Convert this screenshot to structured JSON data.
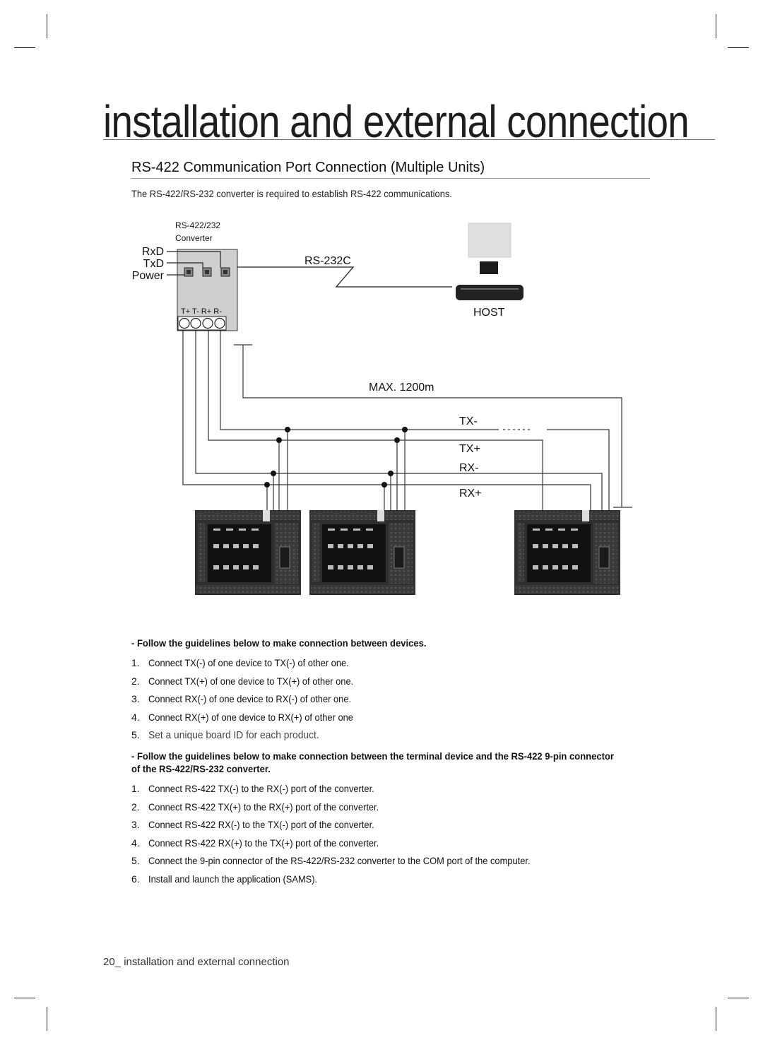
{
  "page": {
    "chapter_title": "installation and external connection",
    "section_title": "RS-422 Communication Port Connection (Multiple Units)",
    "intro": "The RS-422/RS-232 converter is required to establish RS-422 communications.",
    "footer": "20_ installation and external connection"
  },
  "diagram": {
    "converter_label_line1": "RS-422/232",
    "converter_label_line2": "Converter",
    "led_labels": [
      "RxD",
      "TxD",
      "Power"
    ],
    "terminal_labels": "T+ T- R+ R-",
    "rs232_label": "RS-232C",
    "host_label": "HOST",
    "distance_label": "MAX. 1200m",
    "line_labels": [
      "TX-",
      "TX+",
      "RX-",
      "RX+"
    ]
  },
  "guidelines_devices": {
    "heading": "- Follow the guidelines below to make connection between devices.",
    "items": [
      {
        "num": "1.",
        "text": "Connect TX(-) of one device to TX(-) of other one."
      },
      {
        "num": "2.",
        "text": "Connect TX(+) of one device to TX(+) of other one."
      },
      {
        "num": "3.",
        "text": "Connect RX(-) of one device to RX(-) of other one."
      },
      {
        "num": "4.",
        "text": "Connect RX(+) of one device to RX(+) of other one"
      },
      {
        "num": "5.",
        "text": "Set a unique board ID for each product."
      }
    ]
  },
  "guidelines_terminal": {
    "heading": "- Follow the guidelines below to make connection between the terminal device and the RS-422 9-pin connector of the RS-422/RS-232 converter.",
    "items": [
      {
        "num": "1.",
        "text": "Connect RS-422 TX(-) to the RX(-) port of the converter."
      },
      {
        "num": "2.",
        "text": "Connect RS-422 TX(+) to the RX(+) port of the converter."
      },
      {
        "num": "3.",
        "text": "Connect RS-422 RX(-) to the TX(-) port of the converter."
      },
      {
        "num": "4.",
        "text": "Connect RS-422 RX(+) to the TX(+) port of the converter."
      },
      {
        "num": "5.",
        "text": "Connect the 9-pin connector of the RS-422/RS-232 converter to the COM port of the computer."
      },
      {
        "num": "6.",
        "text": "Install and launch the application (SAMS)."
      }
    ]
  }
}
